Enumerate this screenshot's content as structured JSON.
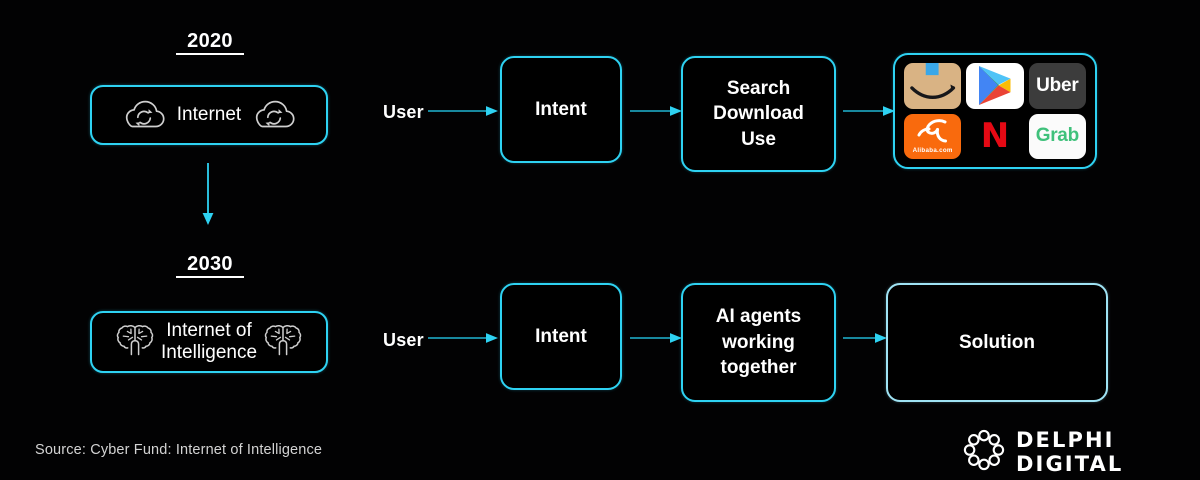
{
  "slide": {
    "background_color": "#020203",
    "accent_color": "#2ed2f2",
    "accent_pale_color": "#9fe3f4",
    "arrow_color": "#1b9cb5",
    "text_color": "#ffffff"
  },
  "eras": [
    {
      "label": "2020",
      "concept": "Internet",
      "left_icon": "cloud-sync-icon",
      "right_icon": "cloud-sync-icon"
    },
    {
      "label": "2030",
      "concept": "Internet of\nIntelligence",
      "left_icon": "brain-icon",
      "right_icon": "brain-icon"
    }
  ],
  "era_transition_icon": "down-arrow-icon",
  "flows": [
    {
      "actor": "User",
      "steps": [
        {
          "label": "Intent",
          "kind": "box"
        },
        {
          "label": "Search\nDownload\nUse",
          "kind": "box"
        },
        {
          "label": "",
          "kind": "apps"
        }
      ]
    },
    {
      "actor": "User",
      "steps": [
        {
          "label": "Intent",
          "kind": "box"
        },
        {
          "label": "AI agents\nworking\ntogether",
          "kind": "box"
        },
        {
          "label": "Solution",
          "kind": "box-wide"
        }
      ]
    }
  ],
  "apps": [
    {
      "name": "Amazon",
      "icon": "amazon-app-icon",
      "wordmark": "",
      "bg": "#d9b384",
      "fg": "#1a1a1a"
    },
    {
      "name": "Google Play",
      "icon": "google-play-app-icon",
      "wordmark": "",
      "bg": "#ffffff",
      "fg": "#4285f4"
    },
    {
      "name": "Uber",
      "icon": "uber-app-icon",
      "wordmark": "Uber",
      "bg": "#3c3c3c",
      "fg": "#ffffff"
    },
    {
      "name": "Alibaba.com",
      "icon": "alibaba-app-icon",
      "wordmark": "Alibaba.com",
      "bg": "#f96a0d",
      "fg": "#ffffff"
    },
    {
      "name": "Netflix",
      "icon": "netflix-app-icon",
      "wordmark": "N",
      "bg": "#000000",
      "fg": "#e50914"
    },
    {
      "name": "Grab",
      "icon": "grab-app-icon",
      "wordmark": "Grab",
      "bg": "#fbfbfb",
      "fg": "#3fc17b"
    }
  ],
  "footer": {
    "source": "Source: Cyber Fund: Internet of Intelligence",
    "brand_name": "DELPHI DIGITAL",
    "brand_logo_icon": "delphi-rings-logo-icon"
  }
}
